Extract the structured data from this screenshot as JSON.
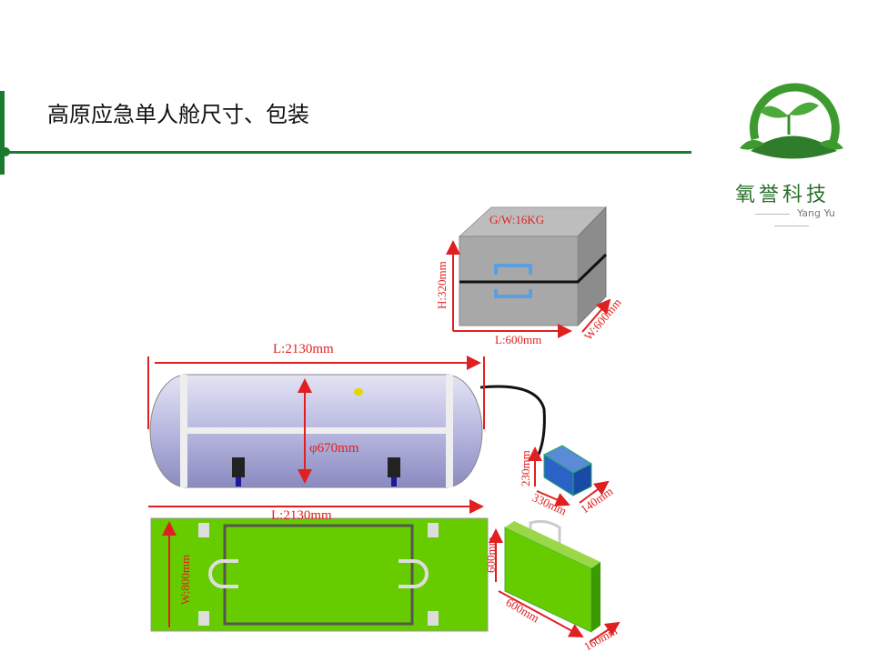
{
  "title": "高原应急单人舱尺寸、包装",
  "logo": {
    "name_cn": "氧誉科技",
    "name_en": "Yang Yu"
  },
  "package_box": {
    "weight": "G/W:16KG",
    "height": "H:320mm",
    "length": "L:600mm",
    "width": "W:600mm"
  },
  "chamber": {
    "length": "L:2130mm",
    "diameter": "φ670mm"
  },
  "compressor": {
    "height": "230mm",
    "length": "330mm",
    "width": "140mm"
  },
  "mat": {
    "length": "L:2130mm",
    "width": "W:800mm"
  },
  "bag": {
    "height": "600mm",
    "length": "600mm",
    "width": "160mm"
  },
  "colors": {
    "accent": "#1a7a30",
    "dimension": "#e02020",
    "mat": "#66cc00"
  }
}
